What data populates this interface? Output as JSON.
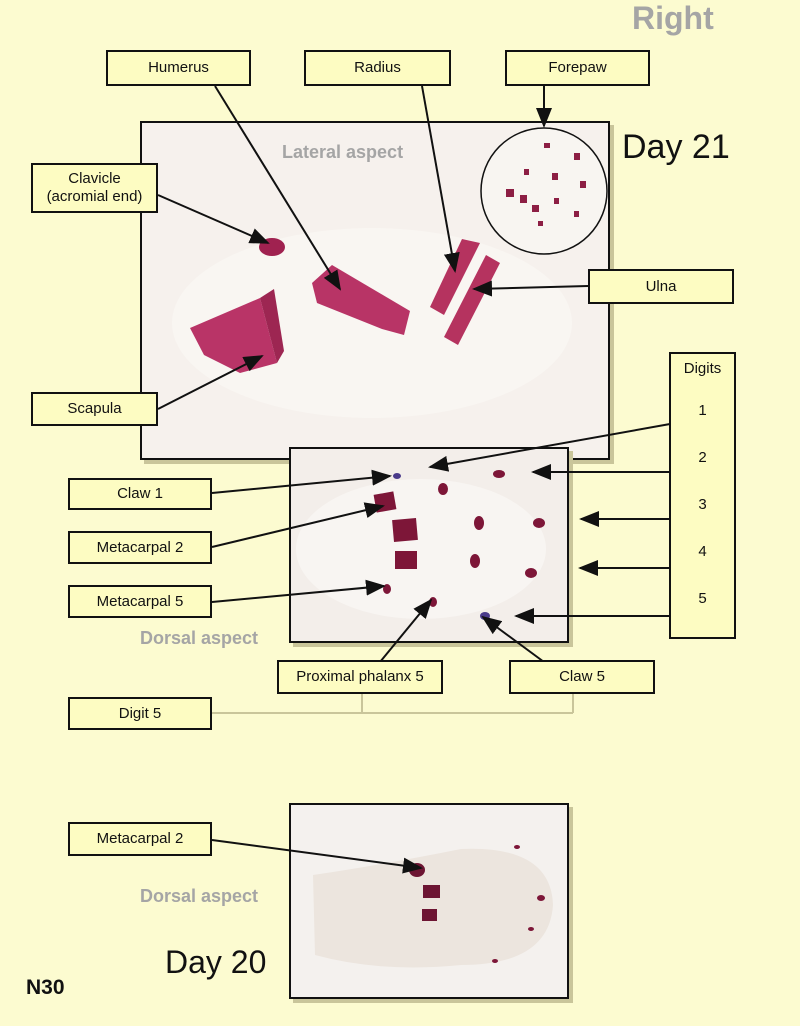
{
  "header": {
    "side": "Right"
  },
  "day21": {
    "day_label": "Day 21",
    "lateral_aspect": "Lateral aspect",
    "dorsal_aspect": "Dorsal aspect"
  },
  "day20": {
    "day_label": "Day 20",
    "dorsal_aspect": "Dorsal aspect"
  },
  "labels": {
    "humerus": "Humerus",
    "radius": "Radius",
    "forepaw": "Forepaw",
    "clavicle_line1": "Clavicle",
    "clavicle_line2": "(acromial end)",
    "ulna": "Ulna",
    "scapula": "Scapula",
    "claw1": "Claw 1",
    "metacarpal2": "Metacarpal 2",
    "metacarpal5": "Metacarpal 5",
    "proximal_phalanx5": "Proximal phalanx 5",
    "claw5": "Claw 5",
    "digit5": "Digit 5",
    "metacarpal2_day20": "Metacarpal 2"
  },
  "digits": {
    "title": "Digits",
    "items": [
      "1",
      "2",
      "3",
      "4",
      "5"
    ]
  },
  "footer": {
    "code": "N30"
  },
  "colors": {
    "background": "#fcfbd0",
    "label_fill": "#fdfcc2",
    "bone_stain": "#b0305e",
    "aspect_text": "#a5a5a5"
  }
}
